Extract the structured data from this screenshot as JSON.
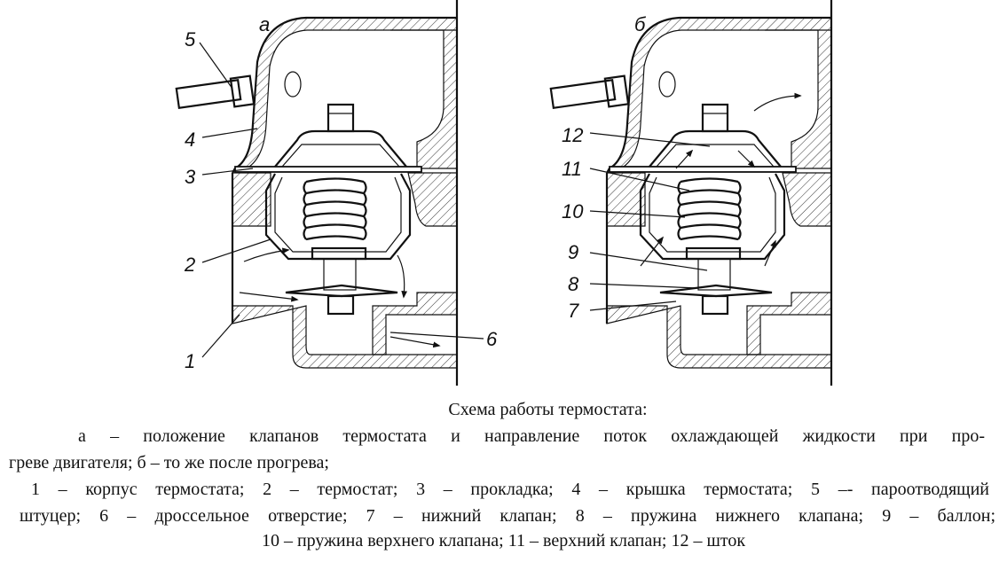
{
  "figure": {
    "panel_a_label": "а",
    "panel_b_label": "б",
    "panel_a_callouts": [
      "5",
      "4",
      "3",
      "2",
      "1",
      "6"
    ],
    "panel_b_callouts": [
      "12",
      "11",
      "10",
      "9",
      "8",
      "7"
    ]
  },
  "caption": {
    "title": "Схема работы термостата:",
    "line_1": "а – положение клапанов термостата и направление поток охлаждающей жидкости при про-",
    "line_2": "греве двигателя; б – то же после прогрева;",
    "line_3": "1 – корпус термостата; 2 – термостат; 3 – прокладка; 4 – крышка термостата; 5 –- пароотводящий",
    "line_4": "штуцер; 6 – дроссельное отверстие; 7 – нижний клапан; 8 – пружина нижнего клапана; 9 – баллон;",
    "line_5": "10 – пружина верхнего клапана; 11 – верхний клапан; 12 – шток"
  }
}
